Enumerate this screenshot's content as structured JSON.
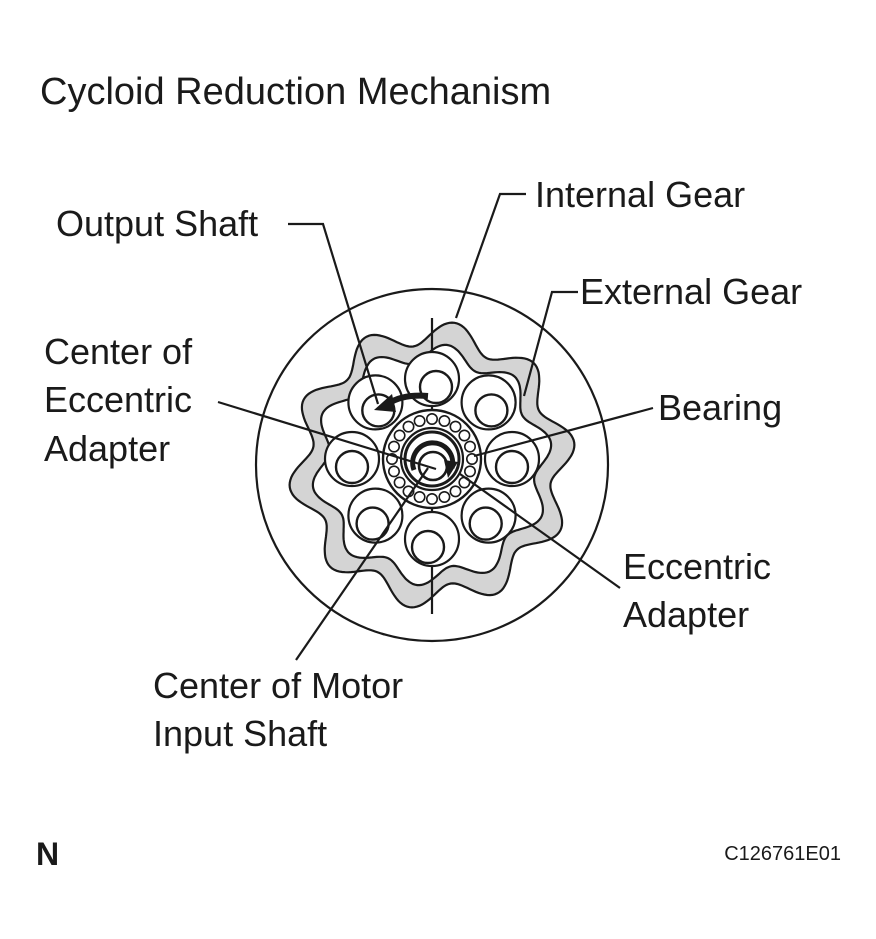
{
  "title": "Cycloid Reduction Mechanism",
  "labels": {
    "output_shaft": "Output Shaft",
    "internal_gear": "Internal Gear",
    "external_gear": "External Gear",
    "center_eccentric_line1": "Center of",
    "center_eccentric_line2": "Eccentric",
    "center_eccentric_line3": "Adapter",
    "bearing": "Bearing",
    "eccentric_adapter_line1": "Eccentric",
    "eccentric_adapter_line2": "Adapter",
    "center_motor_line1": "Center of Motor",
    "center_motor_line2": "Input Shaft"
  },
  "footer": {
    "orientation_mark": "N",
    "figure_code": "C126761E01"
  },
  "colors": {
    "ink": "#1a1a1a",
    "external_gear_fill": "#d4d4d4",
    "background": "#ffffff"
  }
}
